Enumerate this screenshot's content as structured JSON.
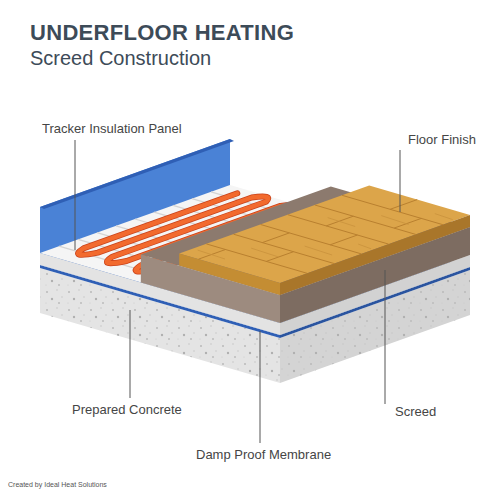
{
  "diagram": {
    "title": "UNDERFLOOR HEATING",
    "caption": "Created by Ideal Heat Solutions",
    "labels": [
      "Screed Construction",
      "Tracker Insulation Panel",
      "Floor Finish",
      "Prepared Concrete",
      "Screed",
      "Damp Proof Membrane"
    ]
  }
}
